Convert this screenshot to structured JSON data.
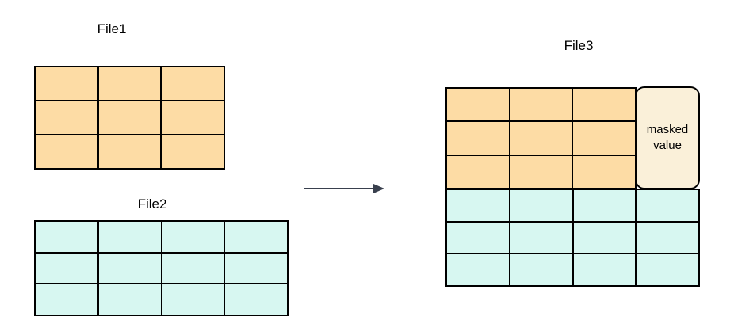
{
  "diagram": {
    "background": "#ffffff",
    "line_color": "#000000",
    "arrow_color": "#39404E"
  },
  "file1": {
    "label": "File1",
    "grid": {
      "rows": 3,
      "cols": 3,
      "fill": "#FDDCA5"
    }
  },
  "file2": {
    "label": "File2",
    "grid": {
      "rows": 3,
      "cols": 4,
      "fill": "#D7F7F1"
    }
  },
  "file3": {
    "label": "File3",
    "top_grid": {
      "rows": 3,
      "cols": 3,
      "fill": "#FDDCA5"
    },
    "masked_cell": {
      "label": "masked value",
      "fill": "#FAF0D9"
    },
    "bottom_grid": {
      "rows": 3,
      "cols": 4,
      "fill": "#D7F7F1"
    }
  }
}
